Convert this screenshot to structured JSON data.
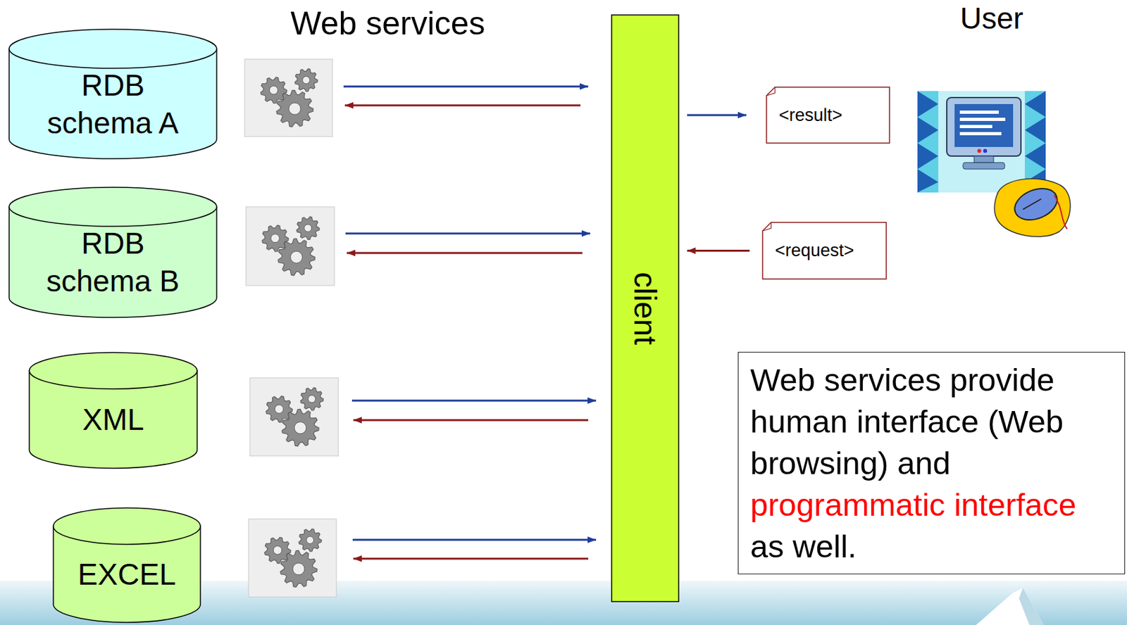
{
  "diagram": {
    "nodes": [
      {
        "text": [
          "RDB schema A"
        ]
      },
      {
        "text": [
          "RDB schema B"
        ]
      },
      {
        "text": [
          "XML"
        ]
      },
      {
        "text": [
          "EXCEL"
        ]
      },
      {
        "text": [
          "client"
        ]
      },
      {
        "text": [
          "<result>"
        ]
      },
      {
        "text": [
          "<request>"
        ]
      },
      {
        "text": [
          "Web services provide human interface (Web browsing) and",
          "programmatic interface",
          "as well."
        ]
      }
    ],
    "edges": [
      {
        "from": 4,
        "to": 5,
        "arrow": "to"
      },
      {
        "from": 6,
        "to": 4,
        "arrow": "to"
      }
    ],
    "labels": [
      "Web services",
      "User"
    ]
  }
}
